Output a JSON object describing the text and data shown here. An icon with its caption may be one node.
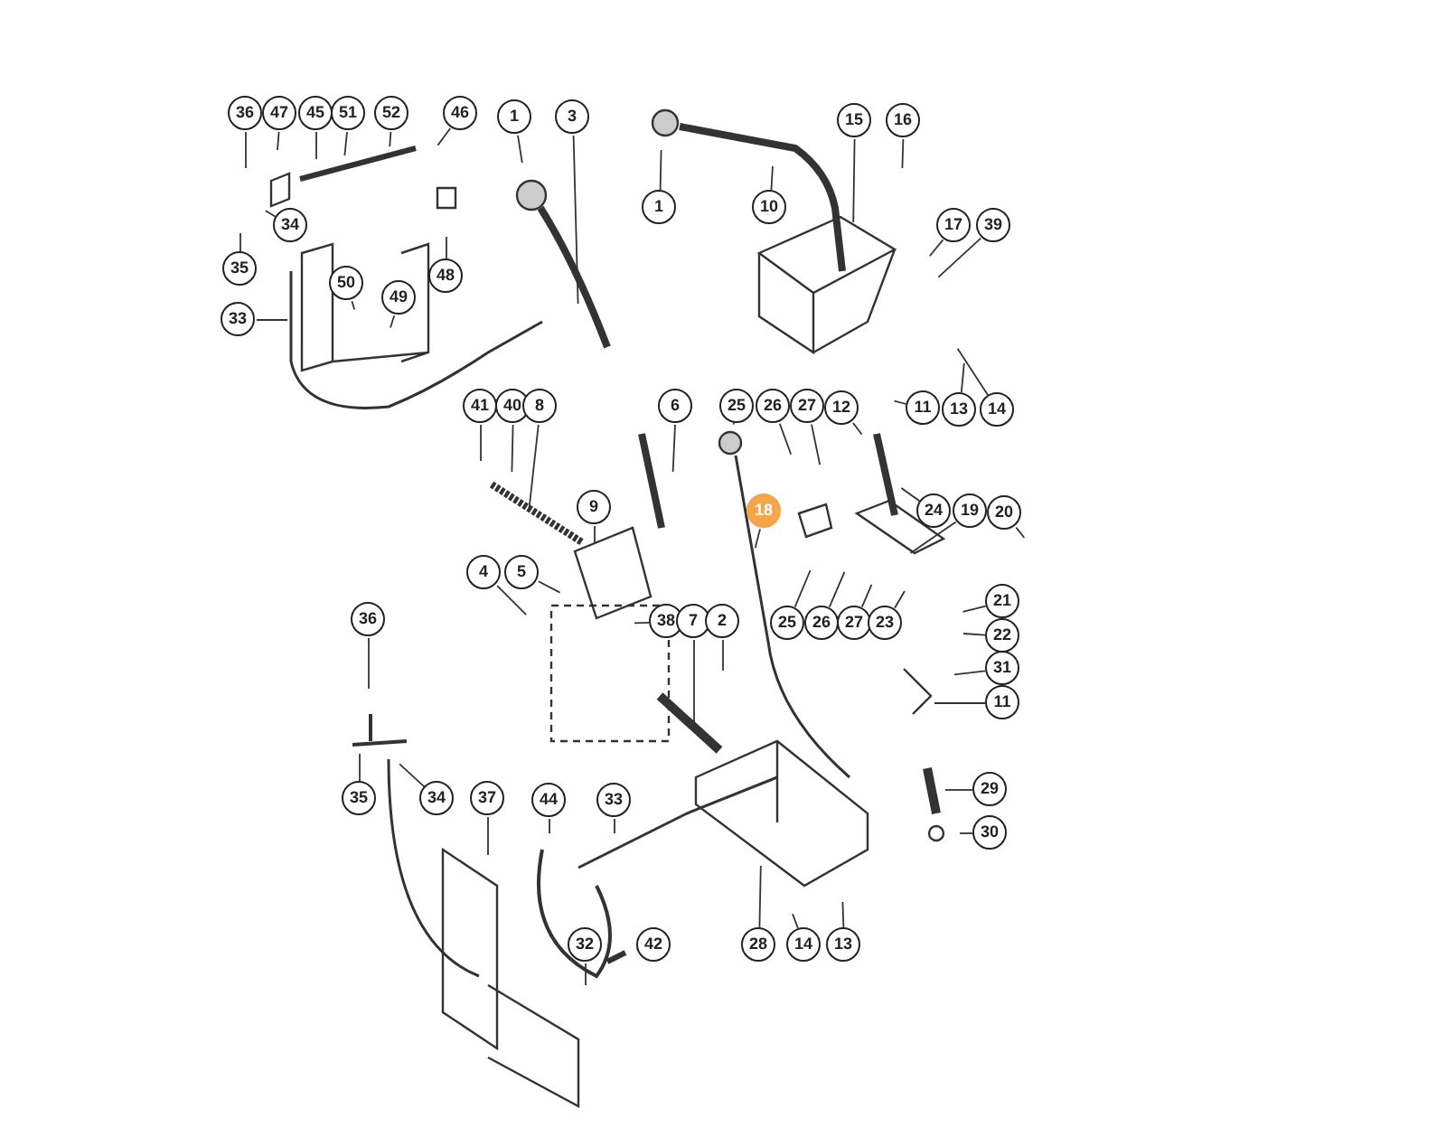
{
  "diagram": {
    "nodes": [
      {
        "text": [
          "36"
        ]
      },
      {
        "text": [
          "47"
        ]
      },
      {
        "text": [
          "45"
        ]
      },
      {
        "text": [
          "51"
        ]
      },
      {
        "text": [
          "52"
        ]
      },
      {
        "text": [
          "46"
        ]
      },
      {
        "text": [
          "34"
        ]
      },
      {
        "text": [
          "35"
        ]
      },
      {
        "text": [
          "50"
        ]
      },
      {
        "text": [
          "48"
        ]
      },
      {
        "text": [
          "49"
        ]
      },
      {
        "text": [
          "33"
        ]
      },
      {
        "text": [
          "1"
        ]
      },
      {
        "text": [
          "3"
        ]
      },
      {
        "text": [
          "1"
        ]
      },
      {
        "text": [
          "10"
        ]
      },
      {
        "text": [
          "15"
        ]
      },
      {
        "text": [
          "16"
        ]
      },
      {
        "text": [
          "17"
        ]
      },
      {
        "text": [
          "39"
        ]
      },
      {
        "text": [
          "12"
        ]
      },
      {
        "text": [
          "11"
        ]
      },
      {
        "text": [
          "13"
        ]
      },
      {
        "text": [
          "14"
        ]
      },
      {
        "text": [
          "41"
        ]
      },
      {
        "text": [
          "40"
        ]
      },
      {
        "text": [
          "8"
        ]
      },
      {
        "text": [
          "6"
        ]
      },
      {
        "text": [
          "25"
        ]
      },
      {
        "text": [
          "26"
        ]
      },
      {
        "text": [
          "27"
        ]
      },
      {
        "text": [
          "18"
        ]
      },
      {
        "text": [
          "24"
        ]
      },
      {
        "text": [
          "19"
        ]
      },
      {
        "text": [
          "20"
        ]
      },
      {
        "text": [
          "9"
        ]
      },
      {
        "text": [
          "4"
        ]
      },
      {
        "text": [
          "5"
        ]
      },
      {
        "text": [
          "38"
        ]
      },
      {
        "text": [
          "7"
        ]
      },
      {
        "text": [
          "2"
        ]
      },
      {
        "text": [
          "25"
        ]
      },
      {
        "text": [
          "26"
        ]
      },
      {
        "text": [
          "27"
        ]
      },
      {
        "text": [
          "23"
        ]
      },
      {
        "text": [
          "21"
        ]
      },
      {
        "text": [
          "22"
        ]
      },
      {
        "text": [
          "31"
        ]
      },
      {
        "text": [
          "11"
        ]
      },
      {
        "text": [
          "36"
        ]
      },
      {
        "text": [
          "35"
        ]
      },
      {
        "text": [
          "34"
        ]
      },
      {
        "text": [
          "37"
        ]
      },
      {
        "text": [
          "44"
        ]
      },
      {
        "text": [
          "33"
        ]
      },
      {
        "text": [
          "29"
        ]
      },
      {
        "text": [
          "30"
        ]
      },
      {
        "text": [
          "28"
        ]
      },
      {
        "text": [
          "14"
        ]
      },
      {
        "text": [
          "13"
        ]
      },
      {
        "text": [
          "32"
        ]
      },
      {
        "text": [
          "42"
        ]
      }
    ],
    "edges": [
      {
        "from": 0,
        "to": null,
        "arrow": "none"
      },
      {
        "from": 1,
        "to": null,
        "arrow": "none"
      },
      {
        "from": 2,
        "to": null,
        "arrow": "none"
      },
      {
        "from": 3,
        "to": null,
        "arrow": "none"
      },
      {
        "from": 4,
        "to": null,
        "arrow": "none"
      },
      {
        "from": 5,
        "to": null,
        "arrow": "none"
      },
      {
        "from": 6,
        "to": null,
        "arrow": "none"
      },
      {
        "from": 7,
        "to": null,
        "arrow": "none"
      },
      {
        "from": 8,
        "to": null,
        "arrow": "none"
      },
      {
        "from": 9,
        "to": null,
        "arrow": "none"
      },
      {
        "from": 10,
        "to": null,
        "arrow": "none"
      },
      {
        "from": 11,
        "to": null,
        "arrow": "none"
      },
      {
        "from": 12,
        "to": null,
        "arrow": "none"
      },
      {
        "from": 13,
        "to": null,
        "arrow": "none"
      },
      {
        "from": 14,
        "to": null,
        "arrow": "none"
      },
      {
        "from": 15,
        "to": null,
        "arrow": "none"
      },
      {
        "from": 16,
        "to": null,
        "arrow": "none"
      },
      {
        "from": 17,
        "to": null,
        "arrow": "none"
      },
      {
        "from": 18,
        "to": null,
        "arrow": "none"
      },
      {
        "from": 19,
        "to": null,
        "arrow": "none"
      },
      {
        "from": 20,
        "to": null,
        "arrow": "none"
      },
      {
        "from": 21,
        "to": null,
        "arrow": "none"
      },
      {
        "from": 22,
        "to": null,
        "arrow": "none"
      },
      {
        "from": 23,
        "to": null,
        "arrow": "none"
      },
      {
        "from": 24,
        "to": null,
        "arrow": "none"
      },
      {
        "from": 25,
        "to": null,
        "arrow": "none"
      },
      {
        "from": 26,
        "to": null,
        "arrow": "none"
      },
      {
        "from": 27,
        "to": null,
        "arrow": "none"
      },
      {
        "from": 28,
        "to": null,
        "arrow": "none"
      },
      {
        "from": 29,
        "to": null,
        "arrow": "none"
      },
      {
        "from": 30,
        "to": null,
        "arrow": "none"
      },
      {
        "from": 31,
        "to": null,
        "arrow": "none"
      },
      {
        "from": 32,
        "to": null,
        "arrow": "none"
      },
      {
        "from": 33,
        "to": null,
        "arrow": "none"
      },
      {
        "from": 34,
        "to": null,
        "arrow": "none"
      },
      {
        "from": 35,
        "to": null,
        "arrow": "none"
      },
      {
        "from": 36,
        "to": null,
        "arrow": "none"
      },
      {
        "from": 37,
        "to": null,
        "arrow": "none"
      },
      {
        "from": 38,
        "to": null,
        "arrow": "none"
      },
      {
        "from": 39,
        "to": null,
        "arrow": "none"
      },
      {
        "from": 40,
        "to": null,
        "arrow": "none"
      },
      {
        "from": 41,
        "to": null,
        "arrow": "none"
      },
      {
        "from": 42,
        "to": null,
        "arrow": "none"
      },
      {
        "from": 43,
        "to": null,
        "arrow": "none"
      },
      {
        "from": 44,
        "to": null,
        "arrow": "none"
      },
      {
        "from": 45,
        "to": null,
        "arrow": "none"
      },
      {
        "from": 46,
        "to": null,
        "arrow": "none"
      },
      {
        "from": 47,
        "to": null,
        "arrow": "none"
      },
      {
        "from": 48,
        "to": null,
        "arrow": "none"
      },
      {
        "from": 49,
        "to": null,
        "arrow": "none"
      },
      {
        "from": 50,
        "to": null,
        "arrow": "none"
      },
      {
        "from": 51,
        "to": null,
        "arrow": "none"
      },
      {
        "from": 52,
        "to": null,
        "arrow": "none"
      },
      {
        "from": 53,
        "to": null,
        "arrow": "none"
      },
      {
        "from": 54,
        "to": null,
        "arrow": "none"
      },
      {
        "from": 55,
        "to": null,
        "arrow": "none"
      },
      {
        "from": 56,
        "to": null,
        "arrow": "none"
      },
      {
        "from": 57,
        "to": null,
        "arrow": "none"
      },
      {
        "from": 58,
        "to": null,
        "arrow": "none"
      },
      {
        "from": 59,
        "to": null,
        "arrow": "none"
      },
      {
        "from": 60,
        "to": null,
        "arrow": "none"
      },
      {
        "from": 61,
        "to": null,
        "arrow": "none"
      }
    ]
  }
}
